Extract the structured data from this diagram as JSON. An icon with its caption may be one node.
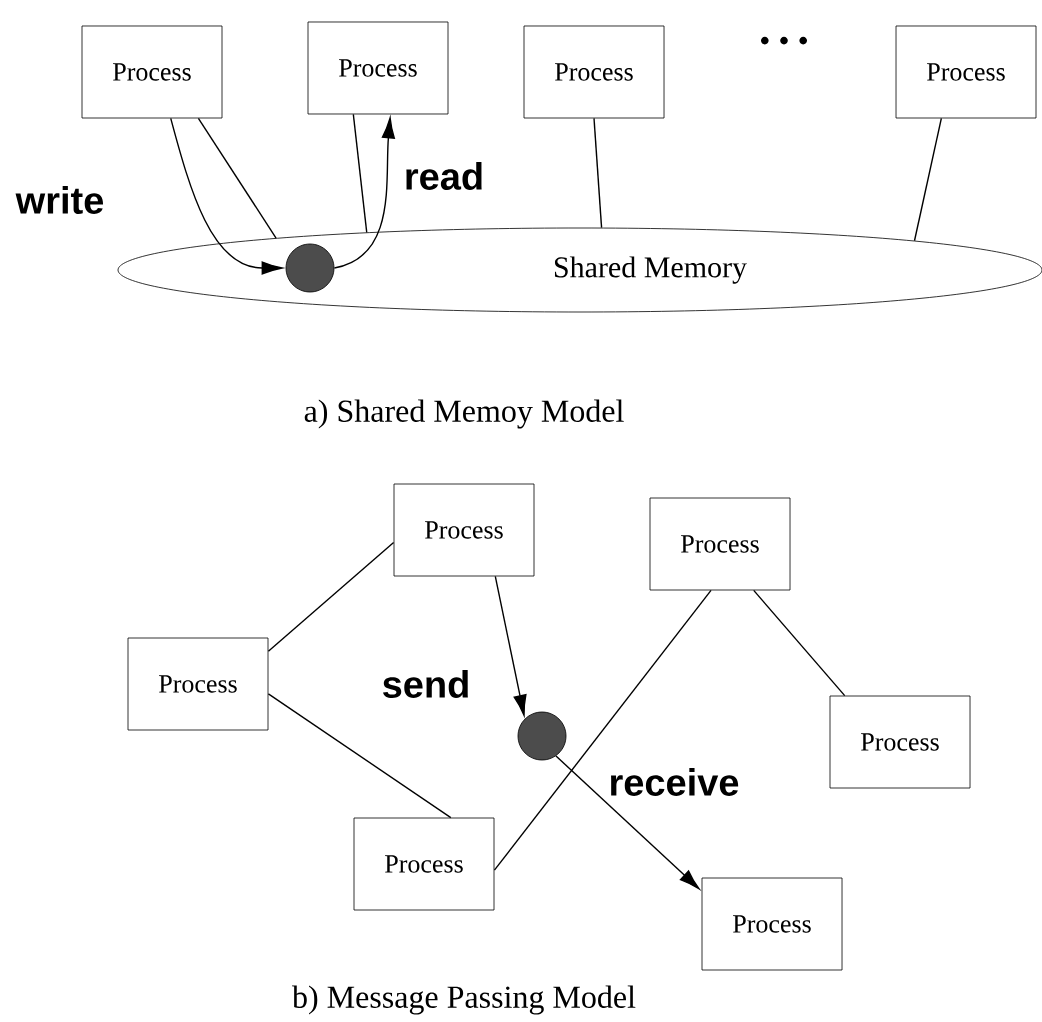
{
  "diagram": {
    "nodes": [
      {
        "text": [
          "Process"
        ]
      },
      {
        "text": [
          "Process"
        ]
      },
      {
        "text": [
          "Process"
        ]
      },
      {
        "text": [
          "Process"
        ]
      },
      {
        "text": [
          "Shared Memory"
        ]
      },
      {
        "text": [],
        "shape": "circle",
        "in": 4
      },
      {
        "text": [
          "Process"
        ]
      },
      {
        "text": [
          "Process"
        ]
      },
      {
        "text": [
          "Process"
        ]
      },
      {
        "text": [
          "Process"
        ]
      },
      {
        "text": [
          "Process"
        ]
      },
      {
        "text": [
          "Process"
        ]
      },
      {
        "text": [],
        "shape": "circle"
      }
    ],
    "edges": [
      {
        "from": 0,
        "to": 4,
        "arrow": "none"
      },
      {
        "from": 0,
        "to": 5,
        "arrow": "to",
        "label": "write"
      },
      {
        "from": 1,
        "to": 4,
        "arrow": "none"
      },
      {
        "from": 5,
        "to": 1,
        "arrow": "to",
        "label": "read"
      },
      {
        "from": 2,
        "to": 4,
        "arrow": "none"
      },
      {
        "from": 3,
        "to": 4,
        "arrow": "none"
      },
      {
        "from": 7,
        "to": 6,
        "arrow": "none"
      },
      {
        "from": 7,
        "to": 10,
        "arrow": "none"
      },
      {
        "from": 10,
        "to": 8,
        "arrow": "none"
      },
      {
        "from": 8,
        "to": 9,
        "arrow": "none"
      },
      {
        "from": 6,
        "to": 12,
        "arrow": "to",
        "label": "send"
      },
      {
        "from": 12,
        "to": 11,
        "arrow": "to",
        "label": "receive"
      }
    ],
    "labels": [
      "• • •",
      "a) Shared Memoy Model",
      "b) Message Passing Model"
    ]
  }
}
